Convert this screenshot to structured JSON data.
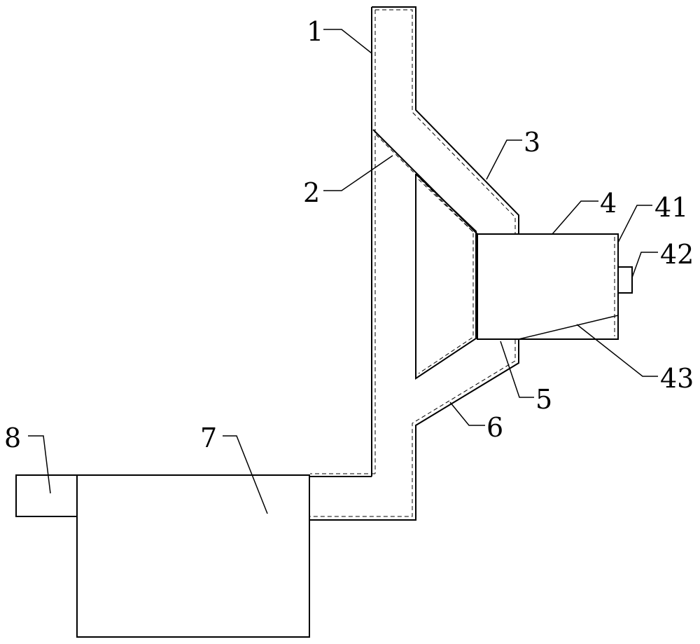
{
  "labels": {
    "l1": "1",
    "l2": "2",
    "l3": "3",
    "l4": "4",
    "l41": "41",
    "l42": "42",
    "l43": "43",
    "l5": "5",
    "l6": "6",
    "l7": "7",
    "l8": "8"
  }
}
